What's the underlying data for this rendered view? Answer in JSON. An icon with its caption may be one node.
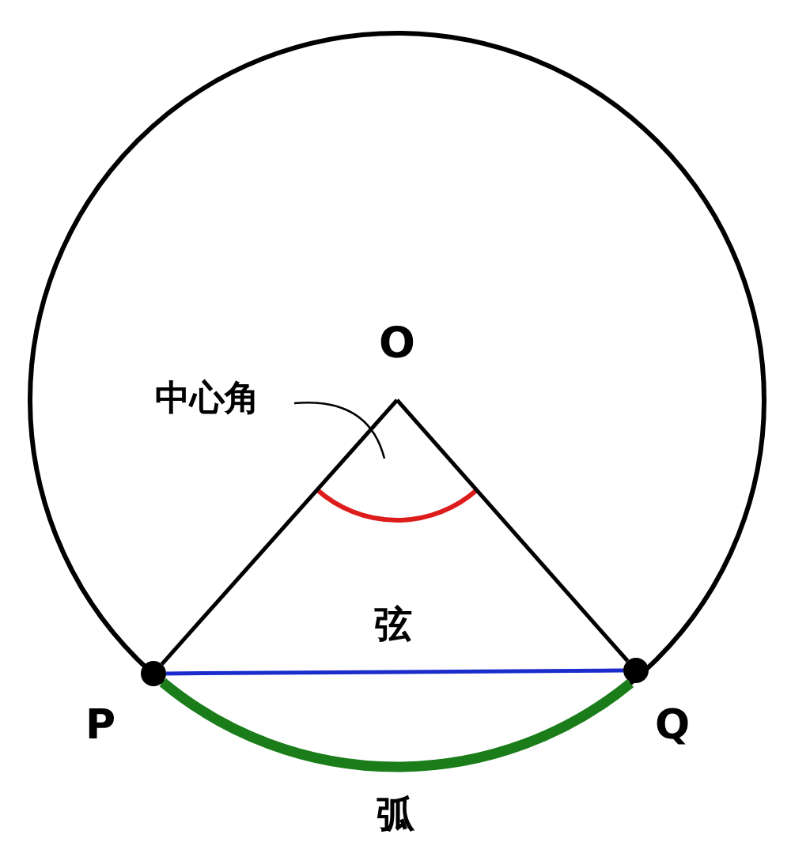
{
  "diagram": {
    "nodes": [
      {
        "text": [
          "O"
        ]
      },
      {
        "text": [],
        "shape": "circle",
        "beside": [
          "P"
        ]
      },
      {
        "text": [],
        "shape": "circle",
        "beside": [
          "Q"
        ]
      },
      {
        "text": [
          "中心角"
        ]
      }
    ],
    "edges": [
      {
        "from": 0,
        "to": 1,
        "arrow": "none"
      },
      {
        "from": 0,
        "to": 2,
        "arrow": "none"
      },
      {
        "from": 1,
        "to": 2,
        "arrow": "none",
        "label": "弦",
        "color": "#1a2ccc"
      },
      {
        "from": 1,
        "to": 2,
        "arrow": "none",
        "label": "弧",
        "color": "#1a7d1a",
        "style": "thick"
      },
      {
        "from": 3,
        "to": null,
        "arrow": "none"
      }
    ]
  }
}
